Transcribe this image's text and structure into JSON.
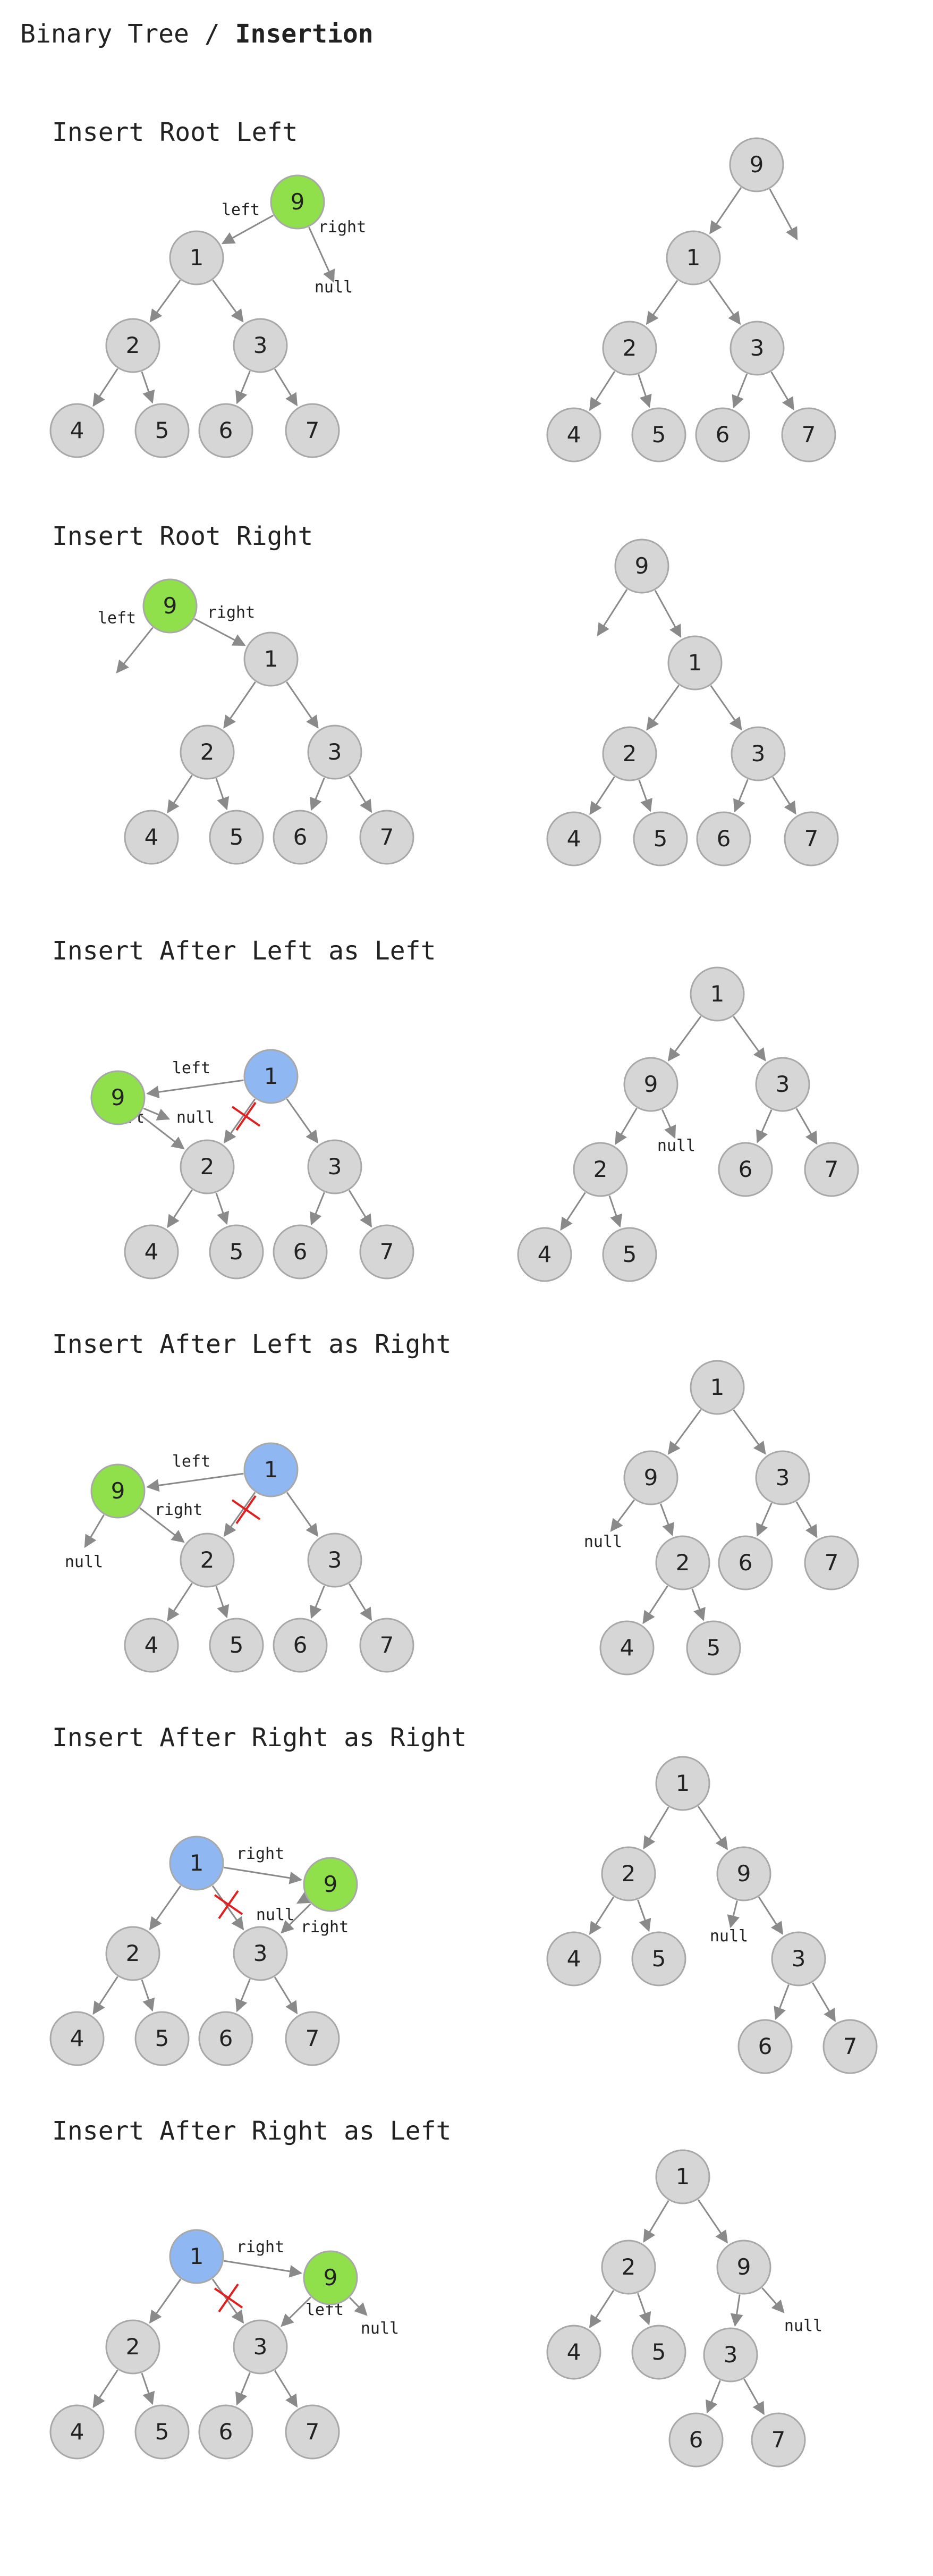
{
  "title": {
    "prefix": "Binary Tree / ",
    "emphasis": "Insertion"
  },
  "colors": {
    "node_fill": "#d6d6d6",
    "node_stroke": "#a8a8a8",
    "edge": "#8a8a8a",
    "new_node": "#8fe04a",
    "parent_node": "#8fb8f2",
    "cut": "#e02020",
    "text": "#222222"
  },
  "sections": [
    {
      "title": "Insert Root Left",
      "before": {
        "nodes": [
          {
            "id": "9",
            "label": "9",
            "role": "new"
          },
          {
            "id": "1",
            "label": "1"
          },
          {
            "id": "2",
            "label": "2"
          },
          {
            "id": "3",
            "label": "3"
          },
          {
            "id": "4",
            "label": "4"
          },
          {
            "id": "5",
            "label": "5"
          },
          {
            "id": "6",
            "label": "6"
          },
          {
            "id": "7",
            "label": "7"
          }
        ],
        "edges": [
          {
            "from": "9",
            "to": "1",
            "label": "left"
          },
          {
            "from": "9",
            "to": "null",
            "label": "right"
          },
          {
            "from": "1",
            "to": "2"
          },
          {
            "from": "1",
            "to": "3"
          },
          {
            "from": "2",
            "to": "4"
          },
          {
            "from": "2",
            "to": "5"
          },
          {
            "from": "3",
            "to": "6"
          },
          {
            "from": "3",
            "to": "7"
          }
        ],
        "texts": [
          "null"
        ]
      },
      "after": {
        "nodes": [
          {
            "id": "9",
            "label": "9"
          },
          {
            "id": "1",
            "label": "1"
          },
          {
            "id": "2",
            "label": "2"
          },
          {
            "id": "3",
            "label": "3"
          },
          {
            "id": "4",
            "label": "4"
          },
          {
            "id": "5",
            "label": "5"
          },
          {
            "id": "6",
            "label": "6"
          },
          {
            "id": "7",
            "label": "7"
          }
        ],
        "edges": [
          {
            "from": "9",
            "to": "1"
          },
          {
            "from": "9",
            "to": "empty"
          },
          {
            "from": "1",
            "to": "2"
          },
          {
            "from": "1",
            "to": "3"
          },
          {
            "from": "2",
            "to": "4"
          },
          {
            "from": "2",
            "to": "5"
          },
          {
            "from": "3",
            "to": "6"
          },
          {
            "from": "3",
            "to": "7"
          }
        ]
      }
    },
    {
      "title": "Insert Root Right",
      "before": {
        "nodes": [
          {
            "id": "9",
            "label": "9",
            "role": "new"
          },
          {
            "id": "1",
            "label": "1"
          },
          {
            "id": "2",
            "label": "2"
          },
          {
            "id": "3",
            "label": "3"
          },
          {
            "id": "4",
            "label": "4"
          },
          {
            "id": "5",
            "label": "5"
          },
          {
            "id": "6",
            "label": "6"
          },
          {
            "id": "7",
            "label": "7"
          }
        ],
        "edges": [
          {
            "from": "9",
            "to": "empty",
            "label": "left"
          },
          {
            "from": "9",
            "to": "1",
            "label": "right"
          },
          {
            "from": "1",
            "to": "2"
          },
          {
            "from": "1",
            "to": "3"
          },
          {
            "from": "2",
            "to": "4"
          },
          {
            "from": "2",
            "to": "5"
          },
          {
            "from": "3",
            "to": "6"
          },
          {
            "from": "3",
            "to": "7"
          }
        ]
      },
      "after": {
        "nodes": [
          {
            "id": "9",
            "label": "9"
          },
          {
            "id": "1",
            "label": "1"
          },
          {
            "id": "2",
            "label": "2"
          },
          {
            "id": "3",
            "label": "3"
          },
          {
            "id": "4",
            "label": "4"
          },
          {
            "id": "5",
            "label": "5"
          },
          {
            "id": "6",
            "label": "6"
          },
          {
            "id": "7",
            "label": "7"
          }
        ],
        "edges": [
          {
            "from": "9",
            "to": "empty"
          },
          {
            "from": "9",
            "to": "1"
          },
          {
            "from": "1",
            "to": "2"
          },
          {
            "from": "1",
            "to": "3"
          },
          {
            "from": "2",
            "to": "4"
          },
          {
            "from": "2",
            "to": "5"
          },
          {
            "from": "3",
            "to": "6"
          },
          {
            "from": "3",
            "to": "7"
          }
        ]
      }
    },
    {
      "title": "Insert After Left as Left",
      "before": {
        "nodes": [
          {
            "id": "1",
            "label": "1",
            "role": "parent"
          },
          {
            "id": "9",
            "label": "9",
            "role": "new"
          },
          {
            "id": "2",
            "label": "2"
          },
          {
            "id": "3",
            "label": "3"
          },
          {
            "id": "4",
            "label": "4"
          },
          {
            "id": "5",
            "label": "5"
          },
          {
            "id": "6",
            "label": "6"
          },
          {
            "id": "7",
            "label": "7"
          }
        ],
        "edges": [
          {
            "from": "1",
            "to": "9",
            "label": "left"
          },
          {
            "from": "1",
            "to": "2",
            "cut": true
          },
          {
            "from": "9",
            "to": "2",
            "label": "left"
          },
          {
            "from": "9",
            "to": "null"
          },
          {
            "from": "1",
            "to": "3"
          },
          {
            "from": "2",
            "to": "4"
          },
          {
            "from": "2",
            "to": "5"
          },
          {
            "from": "3",
            "to": "6"
          },
          {
            "from": "3",
            "to": "7"
          }
        ],
        "texts": [
          "null"
        ]
      },
      "after": {
        "nodes": [
          {
            "id": "1",
            "label": "1"
          },
          {
            "id": "9",
            "label": "9"
          },
          {
            "id": "3",
            "label": "3"
          },
          {
            "id": "2",
            "label": "2"
          },
          {
            "id": "6",
            "label": "6"
          },
          {
            "id": "7",
            "label": "7"
          },
          {
            "id": "4",
            "label": "4"
          },
          {
            "id": "5",
            "label": "5"
          }
        ],
        "edges": [
          {
            "from": "1",
            "to": "9"
          },
          {
            "from": "1",
            "to": "3"
          },
          {
            "from": "9",
            "to": "2"
          },
          {
            "from": "9",
            "to": "null"
          },
          {
            "from": "3",
            "to": "6"
          },
          {
            "from": "3",
            "to": "7"
          },
          {
            "from": "2",
            "to": "4"
          },
          {
            "from": "2",
            "to": "5"
          }
        ],
        "texts": [
          "null"
        ]
      }
    },
    {
      "title": "Insert After Left as Right",
      "before": {
        "nodes": [
          {
            "id": "1",
            "label": "1",
            "role": "parent"
          },
          {
            "id": "9",
            "label": "9",
            "role": "new"
          },
          {
            "id": "2",
            "label": "2"
          },
          {
            "id": "3",
            "label": "3"
          },
          {
            "id": "4",
            "label": "4"
          },
          {
            "id": "5",
            "label": "5"
          },
          {
            "id": "6",
            "label": "6"
          },
          {
            "id": "7",
            "label": "7"
          }
        ],
        "edges": [
          {
            "from": "1",
            "to": "9",
            "label": "left"
          },
          {
            "from": "1",
            "to": "2",
            "cut": true
          },
          {
            "from": "9",
            "to": "2",
            "label": "right"
          },
          {
            "from": "9",
            "to": "null"
          },
          {
            "from": "1",
            "to": "3"
          },
          {
            "from": "2",
            "to": "4"
          },
          {
            "from": "2",
            "to": "5"
          },
          {
            "from": "3",
            "to": "6"
          },
          {
            "from": "3",
            "to": "7"
          }
        ],
        "texts": [
          "null"
        ]
      },
      "after": {
        "nodes": [
          {
            "id": "1",
            "label": "1"
          },
          {
            "id": "9",
            "label": "9"
          },
          {
            "id": "3",
            "label": "3"
          },
          {
            "id": "2",
            "label": "2"
          },
          {
            "id": "6",
            "label": "6"
          },
          {
            "id": "7",
            "label": "7"
          },
          {
            "id": "4",
            "label": "4"
          },
          {
            "id": "5",
            "label": "5"
          }
        ],
        "edges": [
          {
            "from": "1",
            "to": "9"
          },
          {
            "from": "1",
            "to": "3"
          },
          {
            "from": "9",
            "to": "null"
          },
          {
            "from": "9",
            "to": "2"
          },
          {
            "from": "3",
            "to": "6"
          },
          {
            "from": "3",
            "to": "7"
          },
          {
            "from": "2",
            "to": "4"
          },
          {
            "from": "2",
            "to": "5"
          }
        ],
        "texts": [
          "null"
        ]
      }
    },
    {
      "title": "Insert After Right as Right",
      "before": {
        "nodes": [
          {
            "id": "1",
            "label": "1",
            "role": "parent"
          },
          {
            "id": "9",
            "label": "9",
            "role": "new"
          },
          {
            "id": "2",
            "label": "2"
          },
          {
            "id": "3",
            "label": "3"
          },
          {
            "id": "4",
            "label": "4"
          },
          {
            "id": "5",
            "label": "5"
          },
          {
            "id": "6",
            "label": "6"
          },
          {
            "id": "7",
            "label": "7"
          }
        ],
        "edges": [
          {
            "from": "1",
            "to": "9",
            "label": "right"
          },
          {
            "from": "1",
            "to": "3",
            "cut": true
          },
          {
            "from": "9",
            "to": "3",
            "label": "right"
          },
          {
            "from": "9",
            "to": "null"
          },
          {
            "from": "1",
            "to": "2"
          },
          {
            "from": "2",
            "to": "4"
          },
          {
            "from": "2",
            "to": "5"
          },
          {
            "from": "3",
            "to": "6"
          },
          {
            "from": "3",
            "to": "7"
          }
        ],
        "texts": [
          "null"
        ]
      },
      "after": {
        "nodes": [
          {
            "id": "1",
            "label": "1"
          },
          {
            "id": "2",
            "label": "2"
          },
          {
            "id": "9",
            "label": "9"
          },
          {
            "id": "4",
            "label": "4"
          },
          {
            "id": "5",
            "label": "5"
          },
          {
            "id": "3",
            "label": "3"
          },
          {
            "id": "6",
            "label": "6"
          },
          {
            "id": "7",
            "label": "7"
          }
        ],
        "edges": [
          {
            "from": "1",
            "to": "2"
          },
          {
            "from": "1",
            "to": "9"
          },
          {
            "from": "2",
            "to": "4"
          },
          {
            "from": "2",
            "to": "5"
          },
          {
            "from": "9",
            "to": "null"
          },
          {
            "from": "9",
            "to": "3"
          },
          {
            "from": "3",
            "to": "6"
          },
          {
            "from": "3",
            "to": "7"
          }
        ],
        "texts": [
          "null"
        ]
      }
    },
    {
      "title": "Insert After Right as Left",
      "before": {
        "nodes": [
          {
            "id": "1",
            "label": "1",
            "role": "parent"
          },
          {
            "id": "9",
            "label": "9",
            "role": "new"
          },
          {
            "id": "2",
            "label": "2"
          },
          {
            "id": "3",
            "label": "3"
          },
          {
            "id": "4",
            "label": "4"
          },
          {
            "id": "5",
            "label": "5"
          },
          {
            "id": "6",
            "label": "6"
          },
          {
            "id": "7",
            "label": "7"
          }
        ],
        "edges": [
          {
            "from": "1",
            "to": "9",
            "label": "right"
          },
          {
            "from": "1",
            "to": "3",
            "cut": true
          },
          {
            "from": "9",
            "to": "3",
            "label": "left"
          },
          {
            "from": "9",
            "to": "null"
          },
          {
            "from": "1",
            "to": "2"
          },
          {
            "from": "2",
            "to": "4"
          },
          {
            "from": "2",
            "to": "5"
          },
          {
            "from": "3",
            "to": "6"
          },
          {
            "from": "3",
            "to": "7"
          }
        ],
        "texts": [
          "null"
        ]
      },
      "after": {
        "nodes": [
          {
            "id": "1",
            "label": "1"
          },
          {
            "id": "2",
            "label": "2"
          },
          {
            "id": "9",
            "label": "9"
          },
          {
            "id": "4",
            "label": "4"
          },
          {
            "id": "5",
            "label": "5"
          },
          {
            "id": "3",
            "label": "3"
          },
          {
            "id": "6",
            "label": "6"
          },
          {
            "id": "7",
            "label": "7"
          }
        ],
        "edges": [
          {
            "from": "1",
            "to": "2"
          },
          {
            "from": "1",
            "to": "9"
          },
          {
            "from": "2",
            "to": "4"
          },
          {
            "from": "2",
            "to": "5"
          },
          {
            "from": "9",
            "to": "3"
          },
          {
            "from": "9",
            "to": "null"
          },
          {
            "from": "3",
            "to": "6"
          },
          {
            "from": "3",
            "to": "7"
          }
        ],
        "texts": [
          "null"
        ]
      }
    }
  ]
}
